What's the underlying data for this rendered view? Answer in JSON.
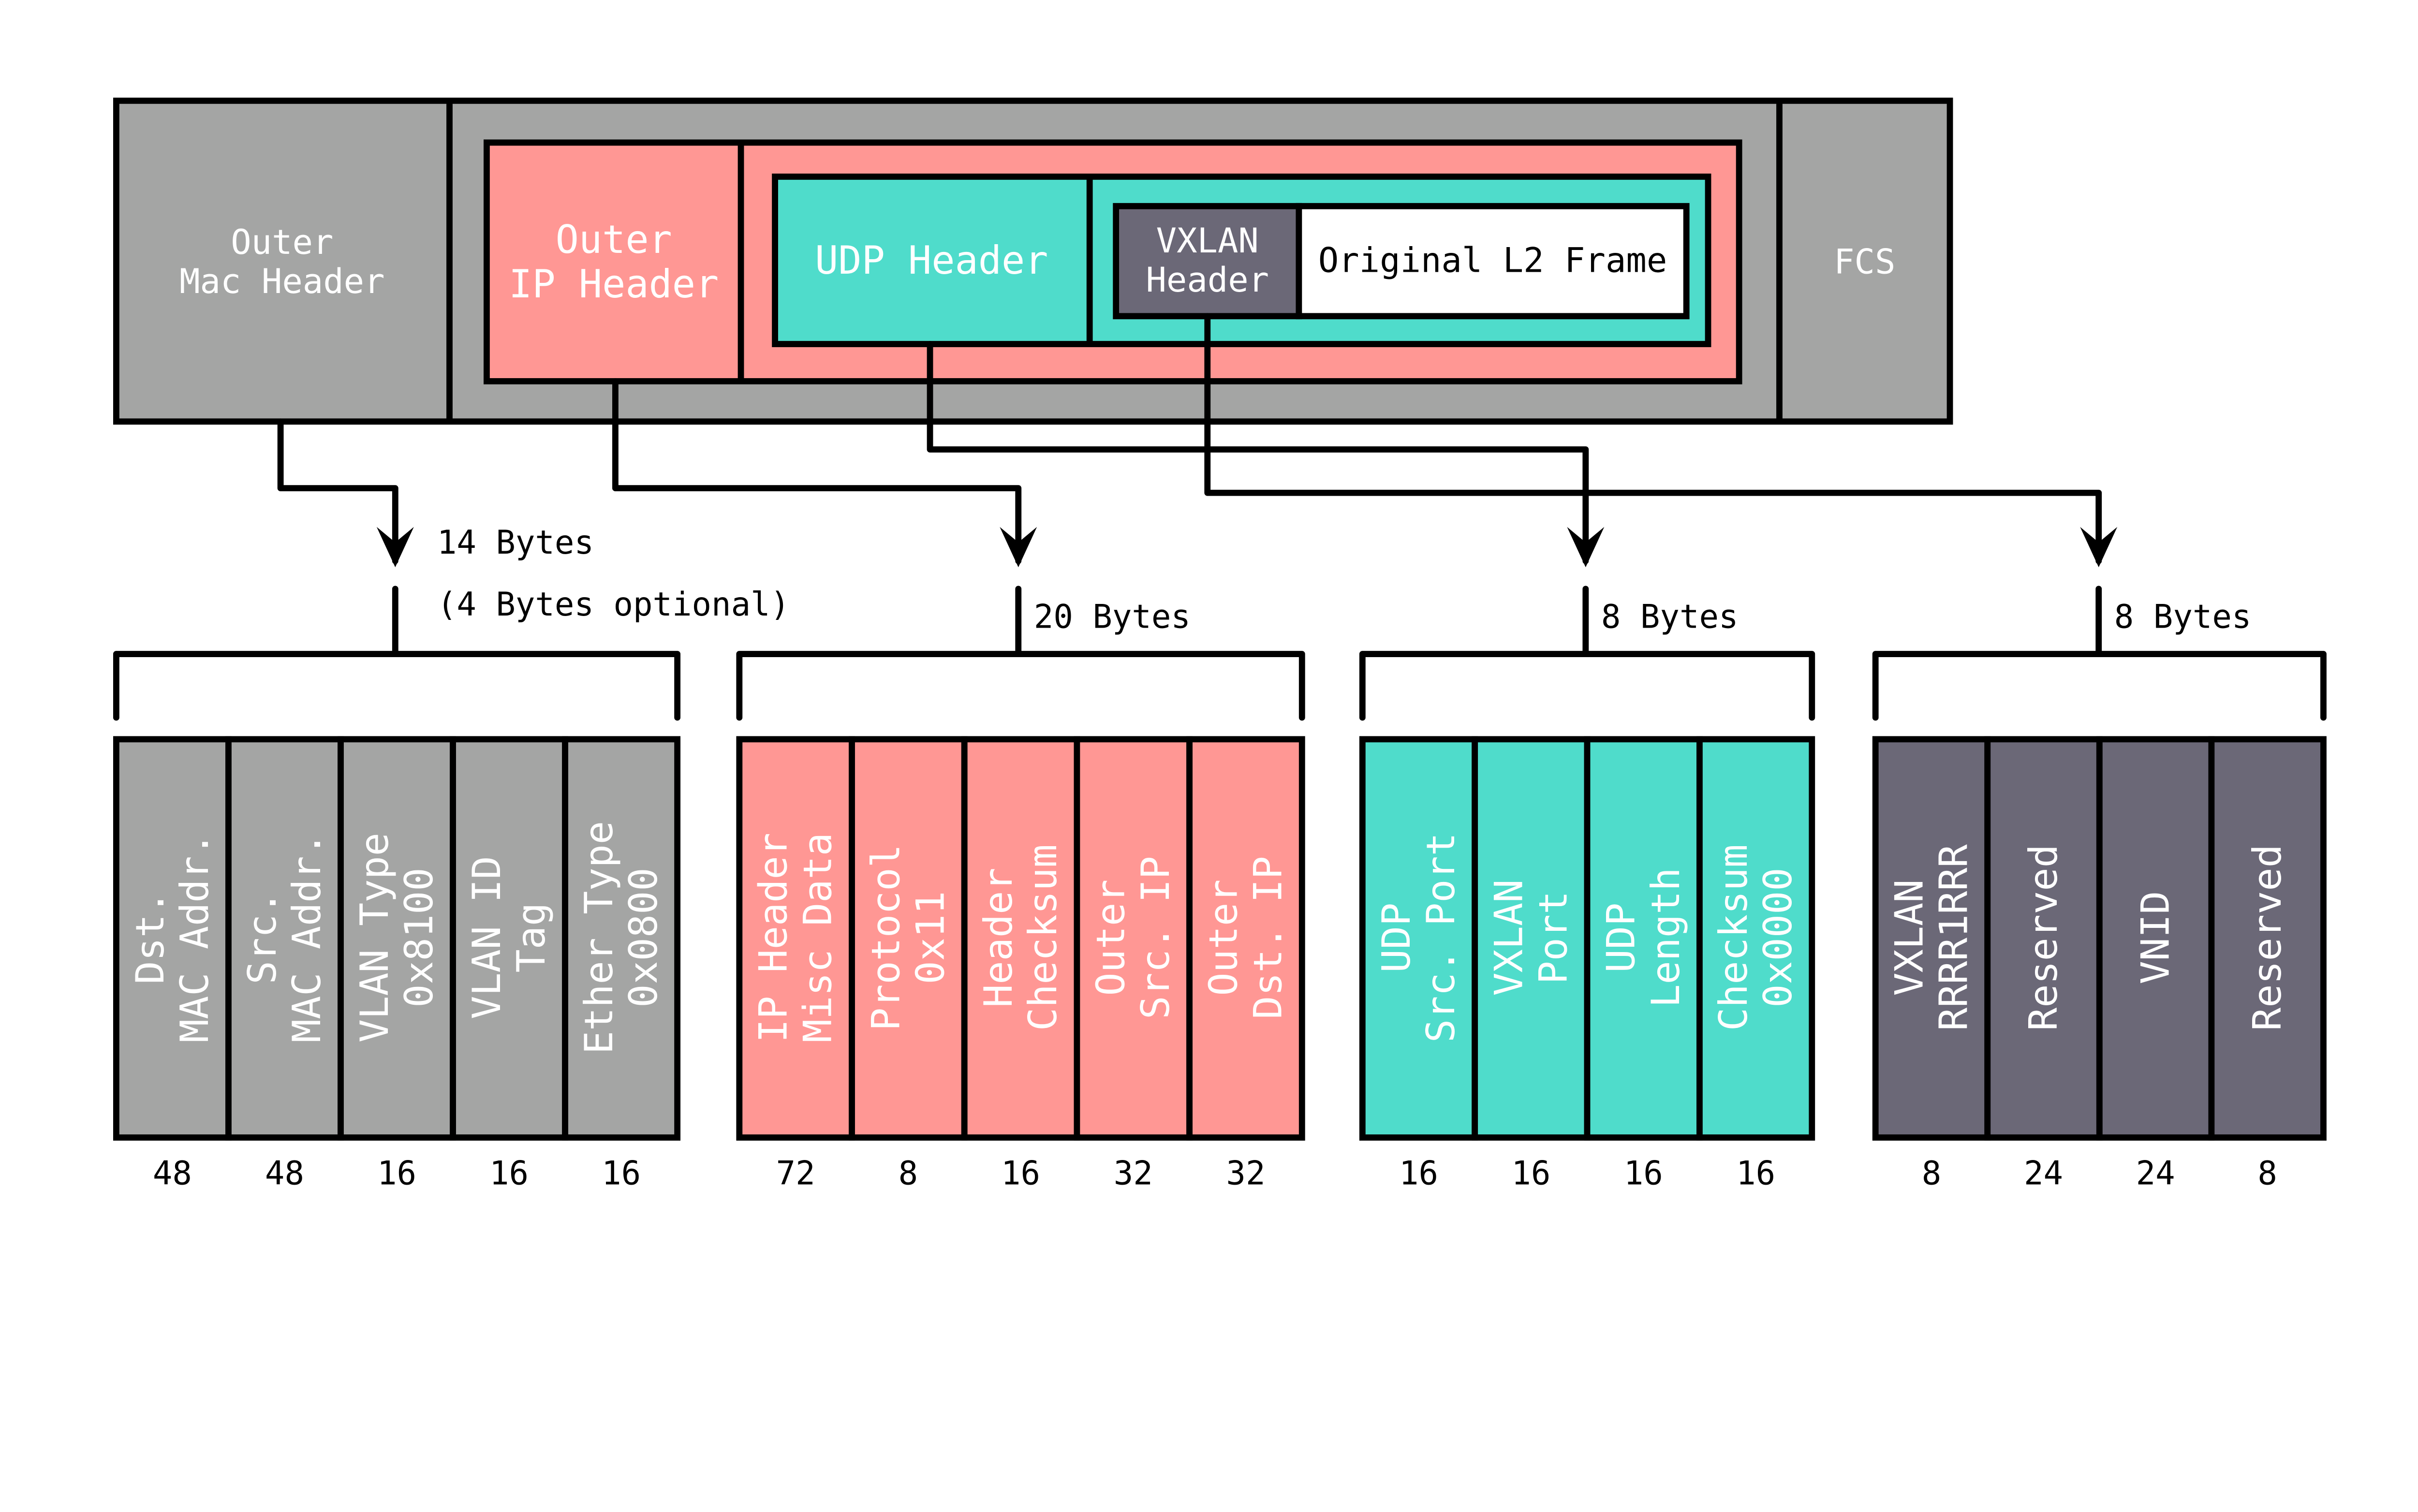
{
  "colors": {
    "gray": "#a4a5a4",
    "pink": "#ff9794",
    "teal": "#4fdccb",
    "slate": "#6b6877",
    "white": "#ffffff",
    "line": "#000000"
  },
  "frame": {
    "outer_mac": [
      "Outer",
      "Mac Header"
    ],
    "outer_ip": [
      "Outer",
      "IP Header"
    ],
    "udp": [
      "UDP Header"
    ],
    "vxlan": [
      "VXLAN",
      "Header"
    ],
    "original": [
      "Original L2 Frame"
    ],
    "fcs": [
      "FCS"
    ]
  },
  "groups": [
    {
      "size_label": [
        "14 Bytes",
        "(4 Bytes optional)"
      ],
      "color": "#a4a5a4",
      "fields": [
        {
          "lines": [
            "Dst.",
            "MAC Addr."
          ],
          "bits": "48"
        },
        {
          "lines": [
            "Src.",
            "MAC Addr."
          ],
          "bits": "48"
        },
        {
          "lines": [
            "VLAN Type",
            "0x8100"
          ],
          "bits": "16"
        },
        {
          "lines": [
            "VLAN ID",
            "Tag"
          ],
          "bits": "16"
        },
        {
          "lines": [
            "Ether Type",
            "0x0800"
          ],
          "bits": "16"
        }
      ]
    },
    {
      "size_label": [
        "20 Bytes"
      ],
      "color": "#ff9794",
      "fields": [
        {
          "lines": [
            "IP Header",
            "Misc Data"
          ],
          "bits": "72"
        },
        {
          "lines": [
            "Protocol",
            "0x11"
          ],
          "bits": "8"
        },
        {
          "lines": [
            "Header",
            "Checksum"
          ],
          "bits": "16"
        },
        {
          "lines": [
            "Outer",
            "Src. IP"
          ],
          "bits": "32"
        },
        {
          "lines": [
            "Outer",
            "Dst. IP"
          ],
          "bits": "32"
        }
      ]
    },
    {
      "size_label": [
        "8 Bytes"
      ],
      "color": "#4fdccb",
      "fields": [
        {
          "lines": [
            "UDP",
            "Src. Port"
          ],
          "bits": "16"
        },
        {
          "lines": [
            "VXLAN",
            "Port"
          ],
          "bits": "16"
        },
        {
          "lines": [
            "UDP",
            "Length"
          ],
          "bits": "16"
        },
        {
          "lines": [
            "Checksum",
            "0x0000"
          ],
          "bits": "16"
        }
      ]
    },
    {
      "size_label": [
        "8 Bytes"
      ],
      "color": "#6b6877",
      "fields": [
        {
          "lines": [
            "VXLAN",
            "RRRR1RRR"
          ],
          "bits": "8"
        },
        {
          "lines": [
            "Reserved"
          ],
          "bits": "24"
        },
        {
          "lines": [
            "VNID"
          ],
          "bits": "24"
        },
        {
          "lines": [
            "Reserved"
          ],
          "bits": "8"
        }
      ]
    }
  ]
}
